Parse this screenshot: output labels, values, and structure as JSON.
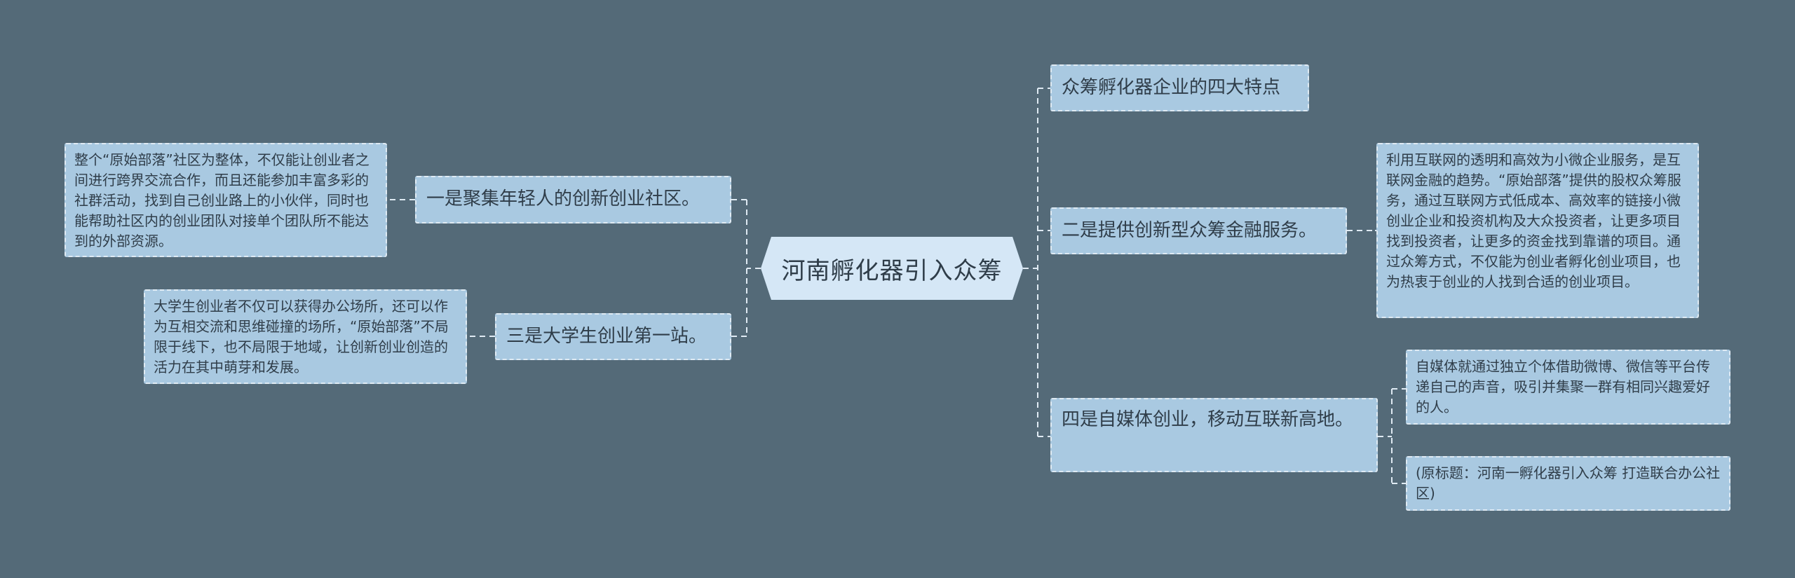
{
  "root": {
    "title": "河南孵化器引入众筹"
  },
  "left_branches": [
    {
      "label": "一是聚集年轻人的创新创业社区。",
      "detail": "整个“原始部落”社区为整体，不仅能让创业者之间进行跨界交流合作，而且还能参加丰富多彩的社群活动，找到自己创业路上的小伙伴，同时也能帮助社区内的创业团队对接单个团队所不能达到的外部资源。"
    },
    {
      "label": "三是大学生创业第一站。",
      "detail": "大学生创业者不仅可以获得办公场所，还可以作为互相交流和思维碰撞的场所，“原始部落”不局限于线下，也不局限于地域，让创新创业创造的活力在其中萌芽和发展。"
    }
  ],
  "right_branches": [
    {
      "label": "众筹孵化器企业的四大特点"
    },
    {
      "label": "二是提供创新型众筹金融服务。",
      "detail": "利用互联网的透明和高效为小微企业服务，是互联网金融的趋势。“原始部落”提供的股权众筹服务，通过互联网方式低成本、高效率的链接小微创业企业和投资机构及大众投资者，让更多项目找到投资者，让更多的资金找到靠谱的项目。通过众筹方式，不仅能为创业者孵化创业项目，也为热衷于创业的人找到合适的创业项目。"
    },
    {
      "label": "四是自媒体创业，移动互联新高地。",
      "details": [
        "自媒体就通过独立个体借助微博、微信等平台传递自己的声音，吸引并集聚一群有相同兴趣爱好的人。",
        "(原标题：河南一孵化器引入众筹 打造联合办公社区)"
      ]
    }
  ],
  "colors": {
    "background": "#546a78",
    "node_fill": "#a9c9e1",
    "node_border": "#dfeaf3",
    "root_fill": "#d5e7f6",
    "text": "#2f3d49",
    "connector": "#dfeaf3"
  }
}
